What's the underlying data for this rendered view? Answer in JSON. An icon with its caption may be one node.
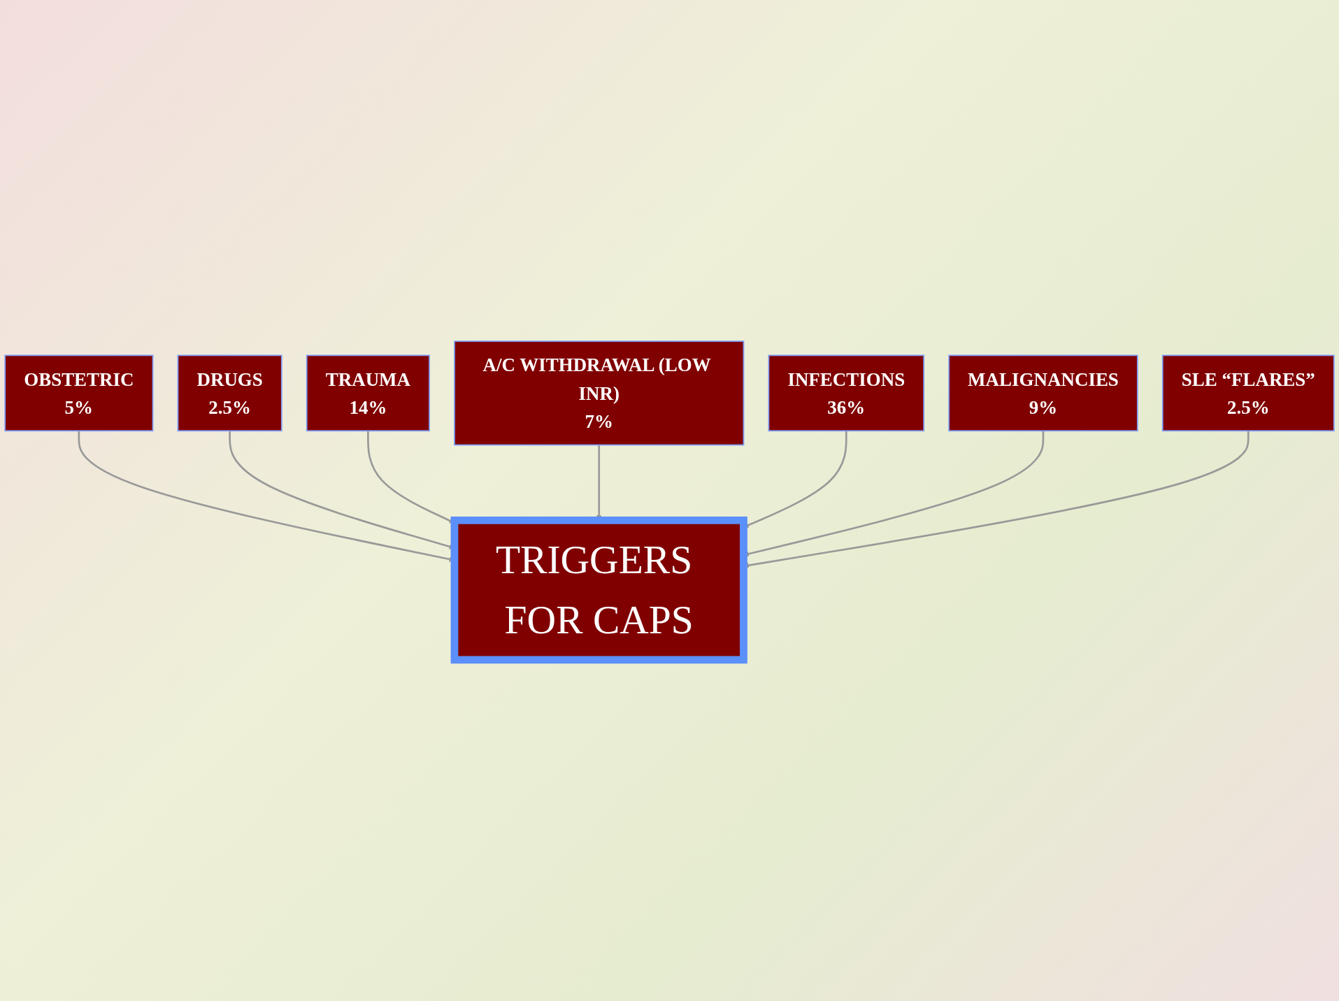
{
  "diagram": {
    "nodes": [
      {
        "text": [
          "OBSTETRIC",
          "5%"
        ]
      },
      {
        "text": [
          "DRUGS",
          "2.5%"
        ]
      },
      {
        "text": [
          "TRIGGERS FOR CAPS"
        ]
      },
      {
        "text": [
          "TRAUMA",
          "14%"
        ]
      },
      {
        "text": [
          "A/C WITHDRAWAL (LOW INR)",
          "7%"
        ]
      },
      {
        "text": [
          "INFECTIONS",
          "36%"
        ]
      },
      {
        "text": [
          "MALIGNANCIES",
          "9%"
        ]
      },
      {
        "text": [
          "SLE “FLARES”",
          "2.5%"
        ]
      }
    ],
    "edges": [
      {
        "from": 0,
        "to": 2,
        "arrow": "to"
      },
      {
        "from": 1,
        "to": 2,
        "arrow": "to"
      },
      {
        "from": 3,
        "to": 2,
        "arrow": "to"
      },
      {
        "from": 4,
        "to": 2,
        "arrow": "to"
      },
      {
        "from": 5,
        "to": 2,
        "arrow": "to"
      },
      {
        "from": 6,
        "to": 2,
        "arrow": "to"
      },
      {
        "from": 7,
        "to": 2,
        "arrow": "to"
      }
    ]
  }
}
